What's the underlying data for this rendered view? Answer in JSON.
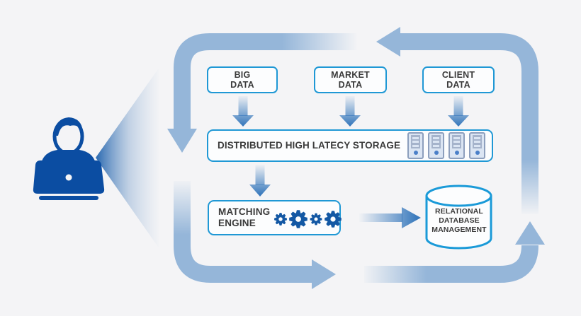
{
  "diagram_title": "data-architecture-cycle",
  "colors": {
    "background": "#f4f4f6",
    "loop_arrow": "#95b6d9",
    "flow_arrow": "#3a7abd",
    "box_border": "#1f98d5",
    "person_icon": "#0b4da2",
    "gear_icon": "#1358a4",
    "text": "#3a3a3a",
    "server_fill": "#dbe5f3",
    "server_border": "#8d9fbd",
    "server_rack": "#a5b3cb",
    "server_dot": "#4a7fc8",
    "cylinder_border": "#1a9ad8"
  },
  "top_boxes": [
    {
      "line1": "BIG",
      "line2": "DATA"
    },
    {
      "line1": "MARKET",
      "line2": "DATA"
    },
    {
      "line1": "CLIENT",
      "line2": "DATA"
    }
  ],
  "storage": {
    "label": "DISTRIBUTED HIGH LATECY STORAGE",
    "server_count": 4
  },
  "matching": {
    "line1": "MATCHING",
    "line2": "ENGINE",
    "gear_count": 4,
    "gear_radii": [
      9,
      13,
      8.5,
      12
    ],
    "gear_centers_x": [
      13,
      38,
      63,
      87
    ]
  },
  "database": {
    "line1": "RELATIONAL",
    "line2": "DATABASE",
    "line3": "MANAGEMENT"
  },
  "icons": [
    "user-with-laptop-icon",
    "server-icon",
    "gear-icon",
    "database-cylinder-icon",
    "cycle-arrow",
    "flow-arrow",
    "data-beam"
  ]
}
